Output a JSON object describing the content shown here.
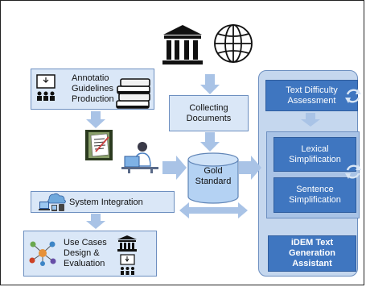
{
  "colors": {
    "box_fill": "#dae7f7",
    "box_border": "#6d8fc0",
    "pipeline_fill": "#c5d7ee",
    "module_fill": "#3f76c0",
    "arrow": "#a9c3e6",
    "cylinder_fill": "#b4d2f3"
  },
  "icons": {
    "institution": "institution-icon",
    "globe": "globe-icon",
    "books": "books-icon",
    "presenter": "presenter-icon",
    "clipboard": "clipboard-icon",
    "annotator": "annotator-icon",
    "cloud_devices": "cloud-devices-icon",
    "network": "network-icon",
    "cycle": "cycle-icon"
  },
  "nodes": {
    "annotation": [
      "Annotatio",
      "Guidelines",
      "Production"
    ],
    "collecting": [
      "Collecting",
      "Documents"
    ],
    "gold": [
      "Gold",
      "Standard"
    ],
    "system_integration": "System Integration",
    "use_cases": [
      "Use Cases",
      "Design &",
      "Evaluation"
    ],
    "text_difficulty": [
      "Text Difficulty",
      "Assessment"
    ],
    "lexical": [
      "Lexical",
      "Simplification"
    ],
    "sentence": [
      "Sentence",
      "Simplification"
    ],
    "idem": [
      "iDEM Text",
      "Generation Assistant"
    ]
  }
}
